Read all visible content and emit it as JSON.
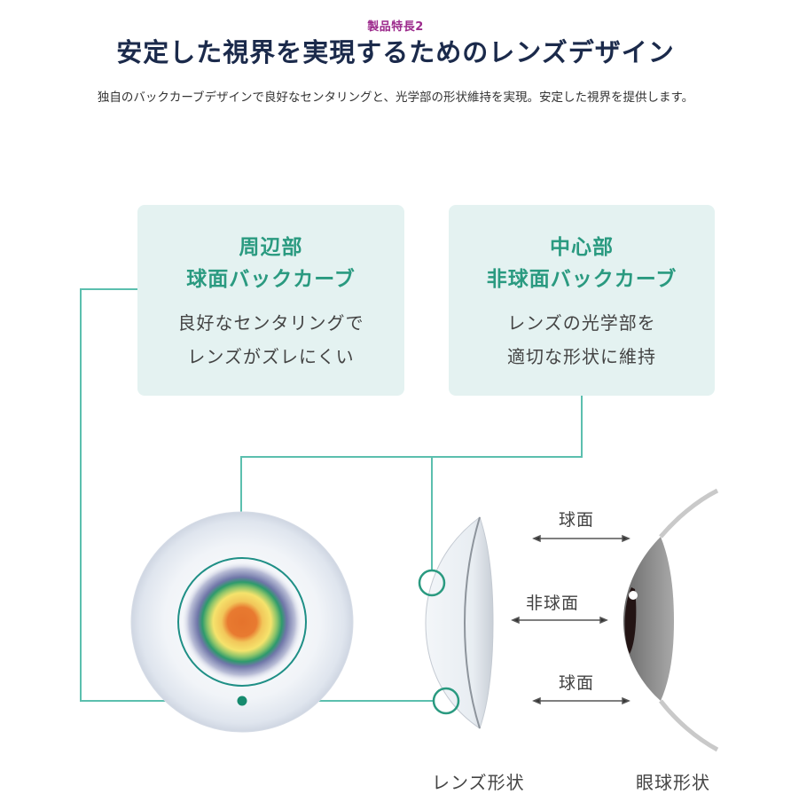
{
  "header": {
    "eyebrow": "製品特長2",
    "title": "安定した視界を実現するためのレンズデザイン",
    "lead": "独自のバックカーブデザインで良好なセンタリングと、光学部の形状維持を実現。安定した視界を提供します。"
  },
  "cards": [
    {
      "head_line1": "周辺部",
      "head_line2": "球面バックカーブ",
      "body_line1": "良好なセンタリングで",
      "body_line2": "レンズがズレにくい"
    },
    {
      "head_line1": "中心部",
      "head_line2": "非球面バックカーブ",
      "body_line1": "レンズの光学部を",
      "body_line2": "適切な形状に維持"
    }
  ],
  "curve_labels": {
    "top": "球面",
    "middle": "非球面",
    "bottom": "球面"
  },
  "captions": {
    "lens": "レンズ形状",
    "eye": "眼球形状"
  },
  "colors": {
    "eyebrow": "#9c2a8c",
    "title": "#1b2a4b",
    "accent_teal": "#2a9a80",
    "card_bg": "#e4f2f1"
  }
}
